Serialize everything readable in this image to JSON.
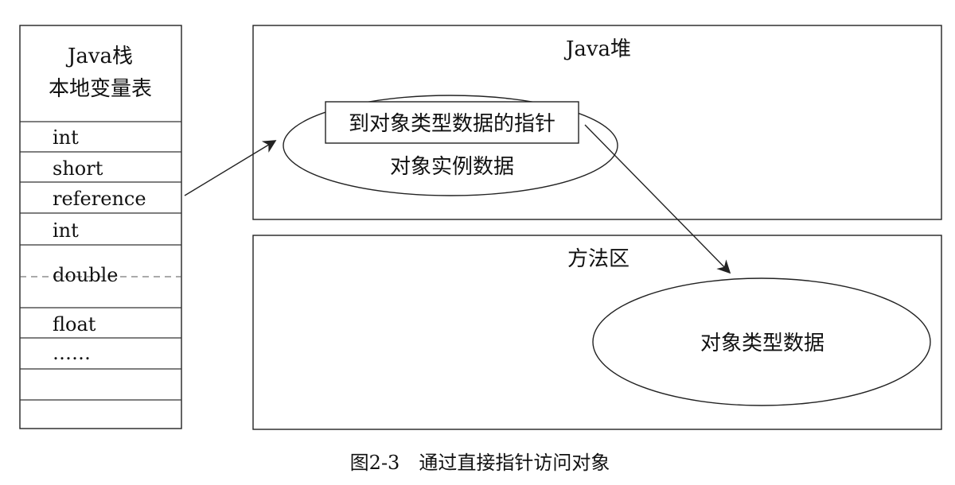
{
  "stack": {
    "title_line1": "Java栈",
    "title_line2": "本地变量表",
    "rows": [
      "int",
      "short",
      "reference",
      "int",
      "double",
      "float",
      "……",
      "",
      ""
    ]
  },
  "heap": {
    "title": "Java堆",
    "pointer_label": "到对象类型数据的指针",
    "instance_label": "对象实例数据"
  },
  "method_area": {
    "title": "方法区",
    "type_data_label": "对象类型数据"
  },
  "caption": "图2-3　通过直接指针访问对象"
}
